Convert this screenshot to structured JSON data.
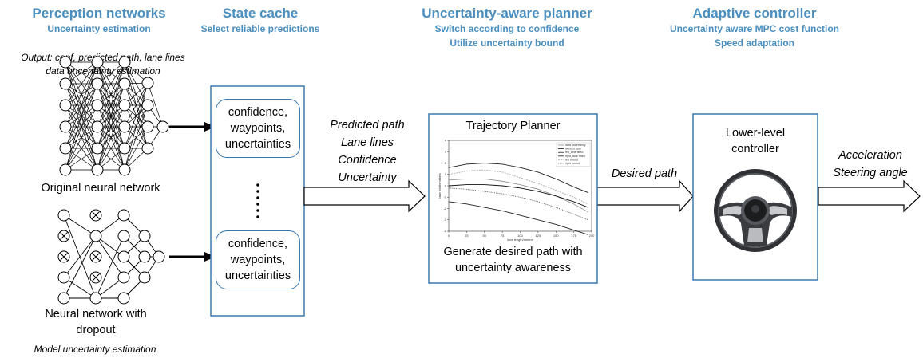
{
  "sections": {
    "perception": {
      "title": "Perception networks",
      "subtitle": "Uncertainty estimation"
    },
    "state_cache": {
      "title": "State cache",
      "subtitle": "Select reliable predictions"
    },
    "planner": {
      "title": "Uncertainty-aware planner",
      "sub1": "Switch according to confidence",
      "sub2": "Utilize uncertainty bound"
    },
    "controller": {
      "title": "Adaptive controller",
      "sub1": "Uncertainty aware MPC cost function",
      "sub2": "Speed adaptation"
    }
  },
  "perception": {
    "output_line1": "Output: conf, predicted path, lane lines",
    "output_line2": "data uncertainty estimation",
    "original_caption": "Original neural network",
    "dropout_caption1": "Neural network with",
    "dropout_caption2": "dropout",
    "model_uncertainty": "Model uncertainty estimation"
  },
  "cache": {
    "item_lines": [
      "confidence,",
      "waypoints,",
      "uncertainties"
    ]
  },
  "flow1": [
    "Predicted path",
    "Lane lines",
    "Confidence",
    "Uncertainty"
  ],
  "planner_box": {
    "title": "Trajectory Planner",
    "caption1": "Generate desired path with",
    "caption2": "uncertainty awareness"
  },
  "flow2": "Desired path",
  "controller_box": {
    "title1": "Lower-level",
    "title2": "controller"
  },
  "flow3": [
    "Acceleration",
    "Steering angle"
  ],
  "chart_data": {
    "type": "line",
    "xlabel": "lane length/meters",
    "ylabel": "lane width/meters",
    "xlim": [
      0,
      200
    ],
    "ylim": [
      -4,
      4
    ],
    "xticks": [
      "0",
      "25",
      "50",
      "75",
      "100",
      "125",
      "150",
      "175",
      "200"
    ],
    "yticks": [
      "4",
      "3",
      "2",
      "1",
      "0",
      "-1",
      "-2",
      "-3",
      "-4"
    ],
    "legend_position": "top-right",
    "x": [
      0,
      25,
      50,
      75,
      100,
      125,
      150,
      175,
      195
    ],
    "series": [
      {
        "name": "data uncertainty",
        "values": [
          0.5,
          0.6,
          0.6,
          0.4,
          0.1,
          -0.3,
          -0.9,
          -1.6,
          -2.3
        ]
      },
      {
        "name": "desired path",
        "values": [
          0.0,
          0.1,
          0.1,
          0.0,
          -0.2,
          -0.5,
          -0.9,
          -1.4,
          -1.9
        ]
      },
      {
        "name": "left_lane fitted",
        "values": [
          1.6,
          1.9,
          2.0,
          1.9,
          1.6,
          1.2,
          0.6,
          -0.1,
          -0.6
        ]
      },
      {
        "name": "right_lane fitted",
        "values": [
          -1.4,
          -1.6,
          -1.9,
          -2.2,
          -2.6,
          -3.0,
          -3.4,
          -3.9,
          -4.3
        ]
      },
      {
        "name": "left bound",
        "values": [
          1.0,
          1.3,
          1.4,
          1.2,
          0.7,
          0.2,
          -0.4,
          -1.0,
          -1.6
        ]
      },
      {
        "name": "right bound",
        "values": [
          -0.2,
          -0.3,
          -0.5,
          -0.7,
          -1.0,
          -1.4,
          -1.9,
          -2.5,
          -3.0
        ]
      }
    ]
  },
  "colors": {
    "accent": "#4a8fbf",
    "box_border": "#3a78b0"
  }
}
